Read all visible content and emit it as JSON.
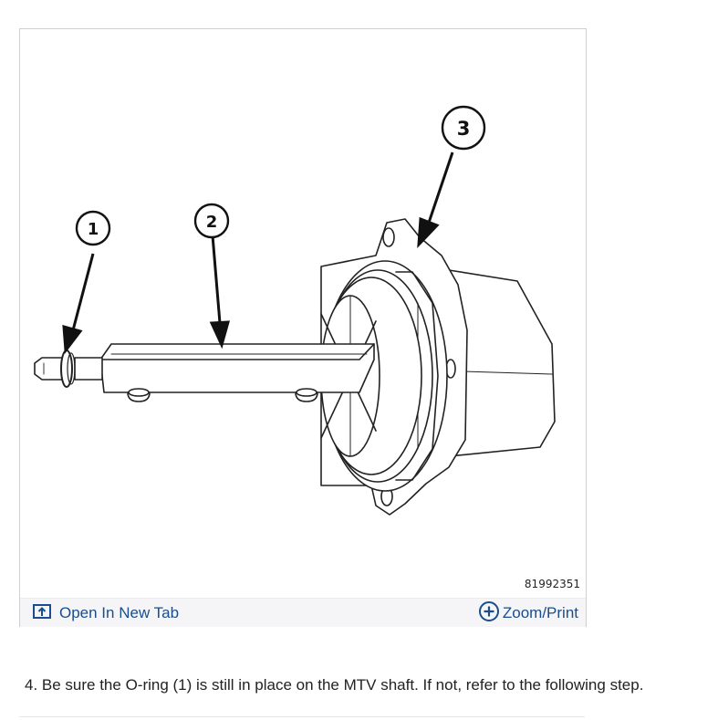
{
  "figure": {
    "callouts": [
      "1",
      "2",
      "3"
    ],
    "figure_id": "81992351",
    "open_tab_label": "Open In New Tab",
    "zoom_label": "Zoom/Print",
    "icons": {
      "open": "open-new-tab-icon",
      "zoom": "plus-circle-icon"
    },
    "link_color": "#1a4d8c"
  },
  "step": {
    "text": "4. Be sure the O-ring (1) is still in place on the MTV shaft. If not, refer to the following step."
  }
}
